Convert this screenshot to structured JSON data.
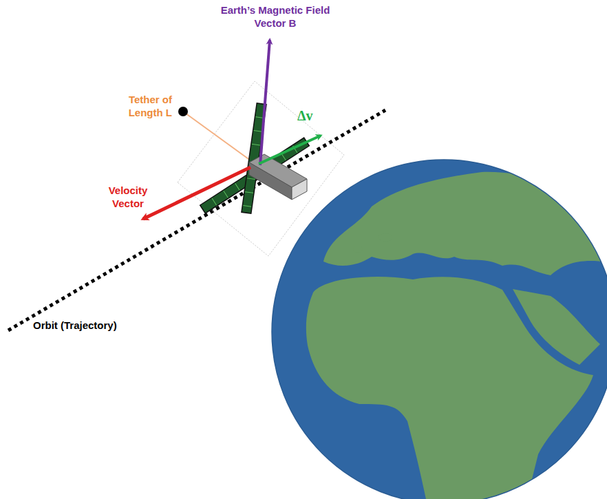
{
  "diagram": {
    "labels": [
      "Earth’s Magnetic Field Vector B",
      "Tether of Length L",
      "Δv",
      "Velocity Vector",
      "Orbit (Trajectory)"
    ]
  }
}
